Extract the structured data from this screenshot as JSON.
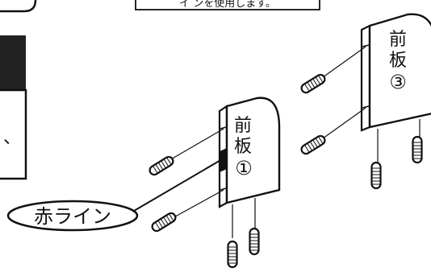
{
  "header": {
    "note_text": "イ ンを使用します。"
  },
  "callout": {
    "label": "赤ライン"
  },
  "left_box": {
    "fragment": "、"
  },
  "boards": [
    {
      "line1": "前",
      "line2": "板",
      "number": "①"
    },
    {
      "line1": "前",
      "line2": "板",
      "number": "③"
    }
  ]
}
